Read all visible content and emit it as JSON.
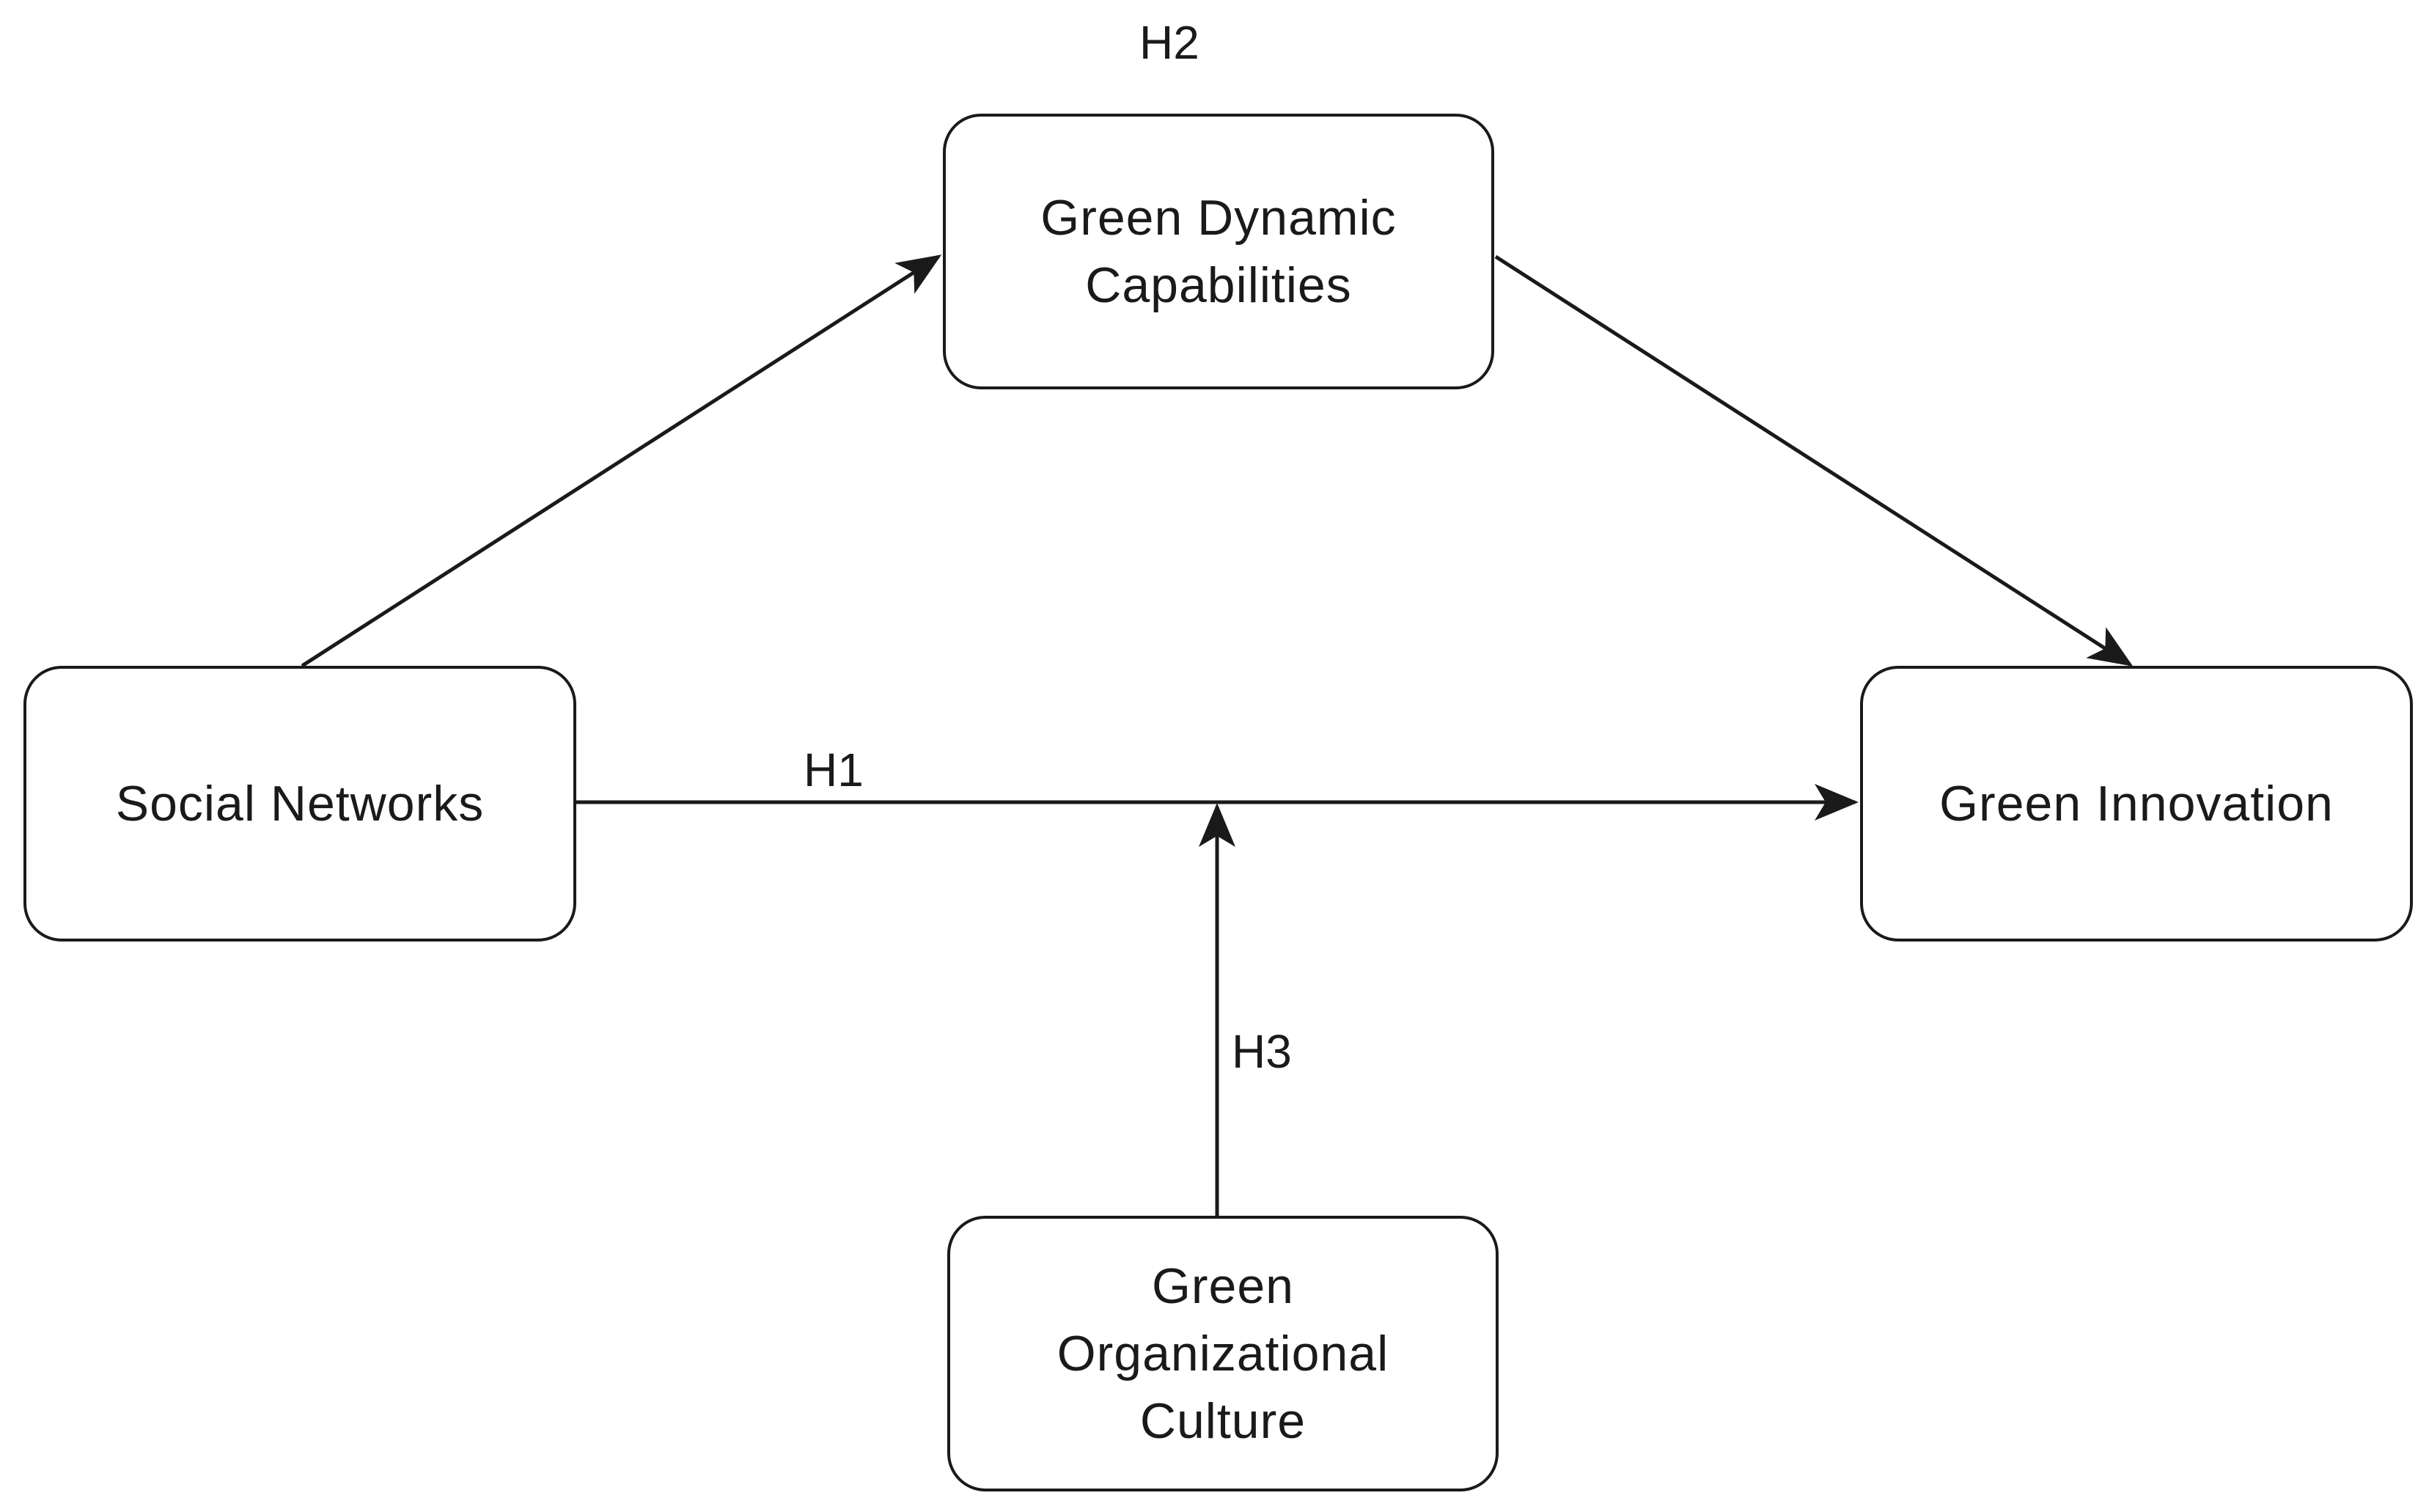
{
  "nodes": {
    "social_networks": "Social Networks",
    "green_dynamic_capabilities": "Green Dynamic\nCapabilities",
    "green_innovation": "Green Innovation",
    "green_organizational_culture": "Green\nOrganizational\nCulture"
  },
  "hypotheses": {
    "h1": "H1",
    "h2": "H2",
    "h3": "H3"
  },
  "edges": [
    {
      "from": "social_networks",
      "to": "green_dynamic_capabilities"
    },
    {
      "from": "green_dynamic_capabilities",
      "to": "green_innovation"
    },
    {
      "from": "social_networks",
      "to": "green_innovation",
      "label": "H1"
    },
    {
      "from": "green_organizational_culture",
      "to": "h1_path",
      "label": "H3"
    }
  ],
  "colors": {
    "stroke": "#1a1a1a",
    "background": "#ffffff"
  }
}
